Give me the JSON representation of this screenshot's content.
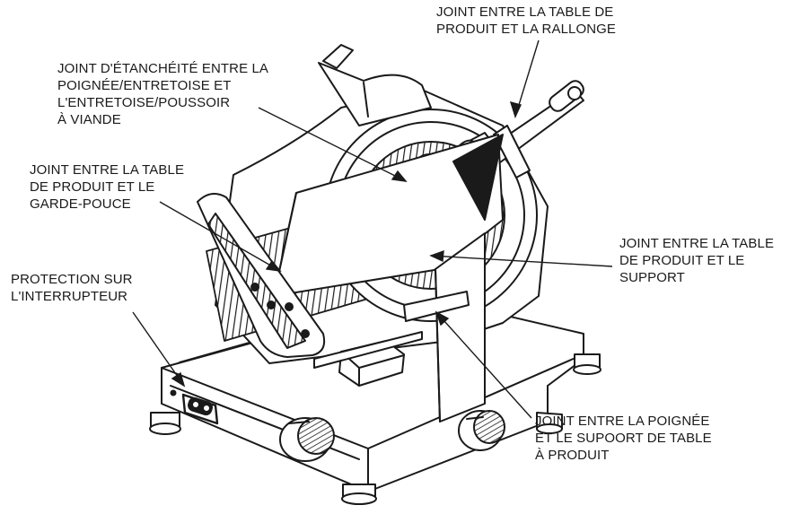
{
  "labels": {
    "rallonge": {
      "lines": [
        "JOINT ENTRE LA TABLE DE",
        "PRODUIT ET LA RALLONGE"
      ]
    },
    "etancheite": {
      "lines": [
        "JOINT D'ÉTANCHÉITÉ ENTRE LA",
        "POIGNÉE/ENTRETOISE ET",
        "L'ENTRETOISE/POUSSOIR",
        "À VIANDE"
      ]
    },
    "garde_pouce": {
      "lines": [
        "JOINT ENTRE LA TABLE",
        "DE PRODUIT ET LE",
        "GARDE-POUCE"
      ]
    },
    "support": {
      "lines": [
        "JOINT ENTRE LA TABLE",
        "DE PRODUIT ET LE",
        "SUPPORT"
      ]
    },
    "interrupteur": {
      "lines": [
        "PROTECTION SUR",
        "L'INTERRUPTEUR"
      ]
    },
    "poignee_support": {
      "lines": [
        "JOINT ENTRE LA POIGNÉE",
        "ET LE SUPOORT DE TABLE",
        "À PRODUIT"
      ]
    }
  },
  "colors": {
    "line": "#1a1a1a",
    "fill": "#ffffff",
    "shade": "#2a2a2a"
  }
}
